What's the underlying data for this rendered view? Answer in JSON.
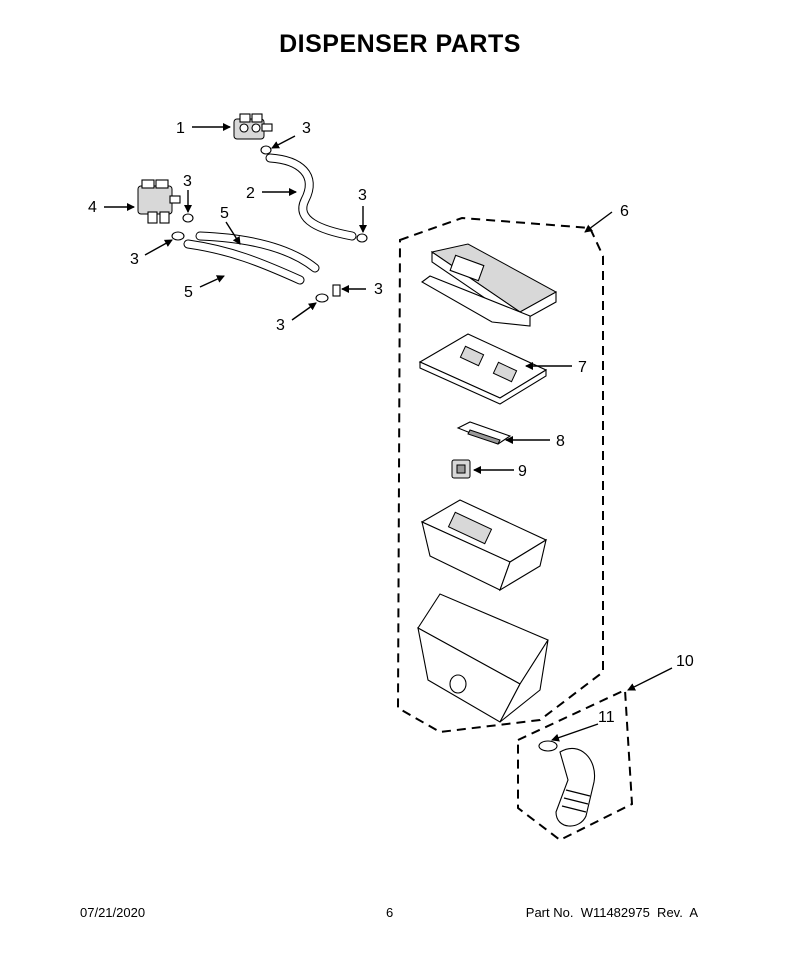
{
  "title": "DISPENSER PARTS",
  "callouts": [
    "1",
    "2",
    "3",
    "3",
    "3",
    "3",
    "3",
    "4",
    "5",
    "5",
    "6",
    "7",
    "8",
    "9",
    "10",
    "11",
    "3"
  ],
  "footer": {
    "date": "07/21/2020",
    "page": "6",
    "part": "Part No.  W11482975  Rev.  A"
  }
}
